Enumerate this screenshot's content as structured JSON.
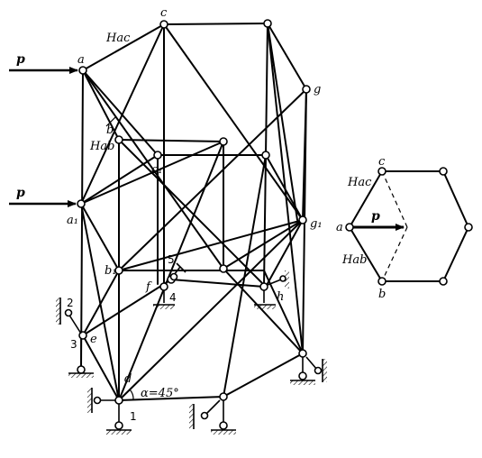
{
  "figure": {
    "labels": {
      "p_top": "p",
      "p_mid": "p",
      "a": "a",
      "c": "c",
      "g": "g",
      "H_ac": "Hac",
      "b": "b",
      "H_ab": "Hab",
      "c1": "c₁",
      "a1": "a₁",
      "g1": "g₁",
      "b1": "b₁",
      "five": "5",
      "f": "f",
      "four": "4",
      "h": "h",
      "two": "2",
      "three": "3",
      "e": "e",
      "d": "d",
      "alpha": "α=45°",
      "one": "1"
    },
    "inset": {
      "c": "c",
      "H_ac": "Hac",
      "a": "a",
      "p": "p",
      "H_ab": "Hab",
      "b": "b"
    }
  }
}
